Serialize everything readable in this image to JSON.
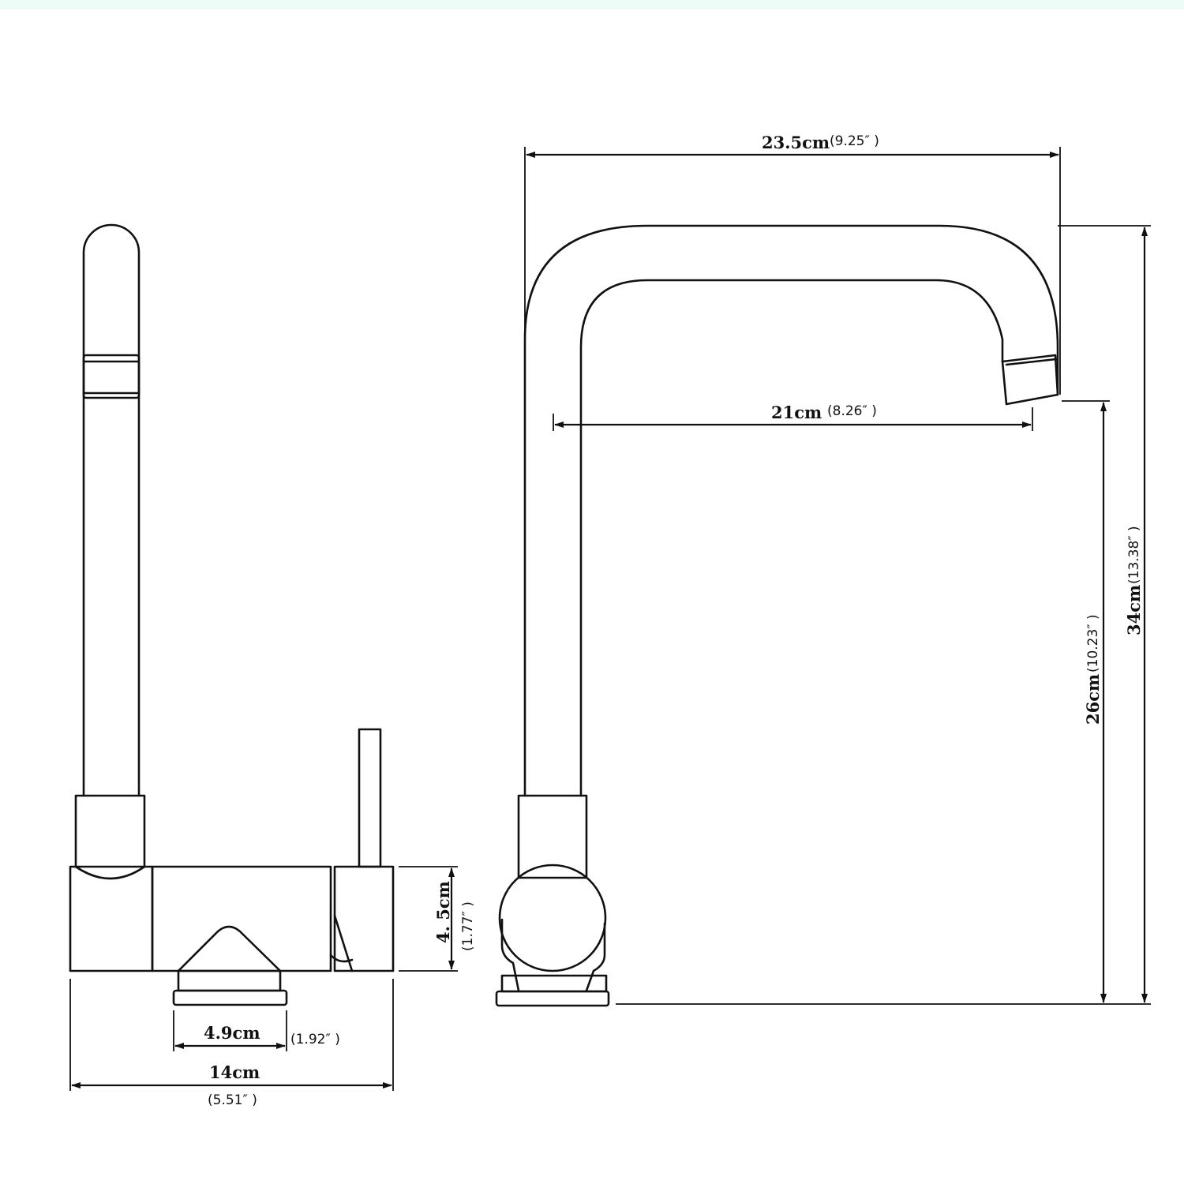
{
  "colors": {
    "stroke": "#111111",
    "background": "#ffffff",
    "top_band": "#eefcf8"
  },
  "dimensions": {
    "spout_reach_total": {
      "metric": "23.5cm",
      "imperial": "(9.25″ )"
    },
    "spout_reach_outlet": {
      "metric": "21cm",
      "imperial": "(8.26″ )"
    },
    "total_height": {
      "metric": "34cm",
      "imperial": "(13.38″ )"
    },
    "outlet_height": {
      "metric": "26cm",
      "imperial": "(10.23″ )"
    },
    "body_height": {
      "metric": "4. 5cm",
      "imperial": "(1.77″ )"
    },
    "base_diameter": {
      "metric": "4.9cm",
      "imperial": "(1.92″ )"
    },
    "body_length": {
      "metric": "14cm",
      "imperial": "(5.51″ )"
    }
  }
}
